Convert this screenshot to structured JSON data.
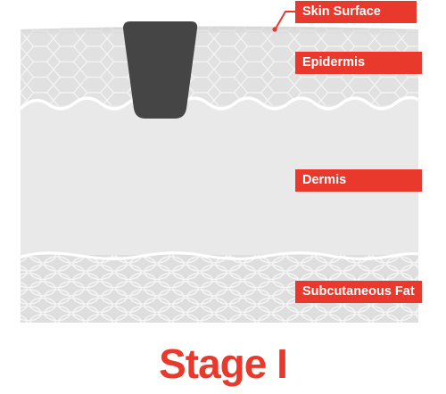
{
  "labels": {
    "skin_surface": "Skin Surface",
    "epidermis": "Epidermis",
    "dermis": "Dermis",
    "subcutaneous_fat": "Subcutaneous Fat"
  },
  "title": "Stage I",
  "colors": {
    "accent": "#e8392c",
    "layer_epidermis": "#e3e3e3",
    "layer_dermis": "#e9e9e9",
    "layer_fat": "#dedede",
    "wound": "#454545",
    "boundary": "#ffffff"
  }
}
